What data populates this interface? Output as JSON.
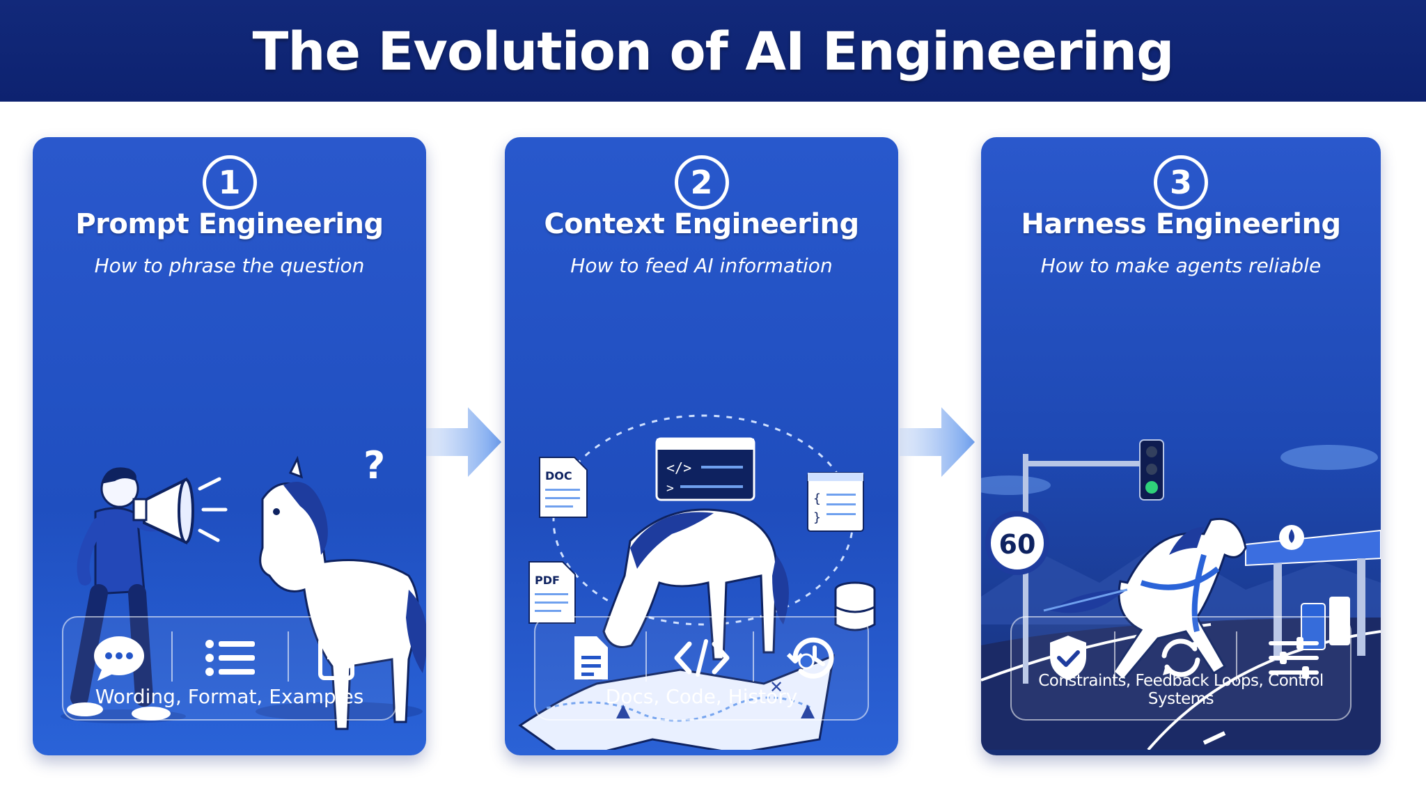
{
  "title": "The Evolution of AI Engineering",
  "stages": [
    {
      "number": "1",
      "title": "Prompt Engineering",
      "subtitle": "How to phrase the question",
      "icons": [
        "speech-bubble-icon",
        "list-icon",
        "edit-note-icon"
      ],
      "label": "Wording, Format, Examples"
    },
    {
      "number": "2",
      "title": "Context Engineering",
      "subtitle": "How to feed AI information",
      "icons": [
        "document-icon",
        "code-icon",
        "history-icon"
      ],
      "label": "Docs, Code, History",
      "illustration_labels": {
        "doc": "DOC",
        "pdf": "PDF"
      }
    },
    {
      "number": "3",
      "title": "Harness Engineering",
      "subtitle": "How to make agents reliable",
      "icons": [
        "shield-check-icon",
        "refresh-loop-icon",
        "sliders-icon"
      ],
      "label": "Constraints, Feedback Loops, Control Systems",
      "illustration_labels": {
        "speed_limit": "60"
      }
    }
  ],
  "colors": {
    "header": "#12297a",
    "panel": "#2355c8",
    "accent_white": "#ffffff",
    "arrow": "#6fa0ee",
    "traffic_green": "#2fd27a"
  }
}
